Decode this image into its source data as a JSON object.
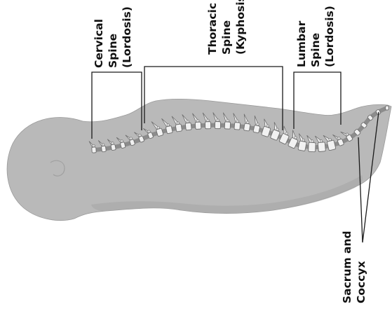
{
  "figure": {
    "subject": "side view of human body with vertebral column",
    "colors": {
      "background": "#ffffff",
      "body_silhouette": "#b9b9b9",
      "body_shadow": "#a3a3a3",
      "vertebra_fill": "#f1f1f1",
      "vertebra_stroke": "#6e6e6e",
      "label_text": "#111111",
      "leader_line": "#1a1a1a"
    }
  },
  "labels": {
    "cervical": {
      "line1": "Cervical",
      "line2": "Spine",
      "line3": "(Lordosis)"
    },
    "thoracic": {
      "line1": "Thoracic",
      "line2": "Spine",
      "line3": "(Kyphosis)"
    },
    "lumbar": {
      "line1": "Lumbar",
      "line2": "Spine",
      "line3": "(Lordosis)"
    },
    "sacrum": {
      "line1": "Sacrum and",
      "line2": "Coccyx"
    }
  }
}
